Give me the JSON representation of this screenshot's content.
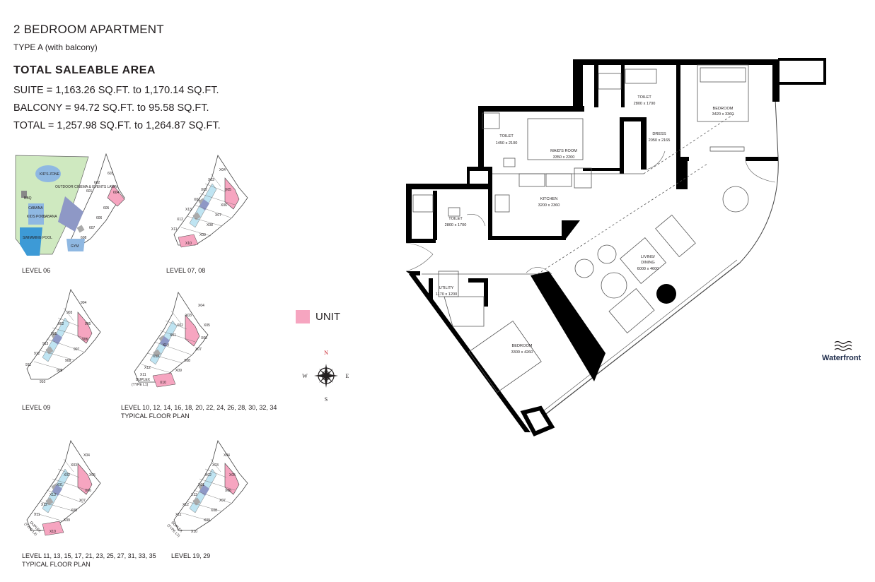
{
  "header": {
    "title": "2 BEDROOM APARTMENT",
    "subtitle": "TYPE A (with balcony)",
    "area_heading": "TOTAL SALEABLE AREA",
    "suite": "SUITE = 1,163.26 SQ.FT. to 1,170.14 SQ.FT.",
    "balcony": "BALCONY = 94.72 SQ.FT. to 95.58 SQ.FT.",
    "total": "TOTAL = 1,257.98 SQ.FT. to 1,264.87 SQ.FT."
  },
  "legend": {
    "unit_label": "UNIT",
    "unit_color": "#f6a5c0"
  },
  "compass": {
    "n": "N",
    "s": "S",
    "e": "E",
    "w": "W"
  },
  "waterfront": "Waterfront",
  "colors": {
    "wall": "#000000",
    "highlight": "#f6a5c0",
    "amenity_green": "#cfe9c0",
    "amenity_blue": "#8fb8e2",
    "pool": "#3d9ad6",
    "corridor": "#bfe4f2",
    "core": "#8e98c6"
  },
  "key_plans": {
    "level06": {
      "label": "LEVEL 06",
      "units": [
        "601",
        "602",
        "603",
        "604",
        "605",
        "606",
        "607",
        "608"
      ],
      "highlight": "604",
      "amenities": [
        "KID'S ZONE",
        "OUTDOOR CINEMA & EVENTS LAWN",
        "BBQ",
        "CABANA",
        "KIDS POOL",
        "CABANA",
        "SWIMMING POOL",
        "GYM"
      ]
    },
    "level0708": {
      "label": "LEVEL 07, 08",
      "units": [
        "X04",
        "X03",
        "X05",
        "X02",
        "X01",
        "X06",
        "X13",
        "X07",
        "X12",
        "X08",
        "X11",
        "X09",
        "X10"
      ],
      "highlight": "X10"
    },
    "level09": {
      "label": "LEVEL 09",
      "units": [
        "904",
        "903",
        "905",
        "902",
        "901",
        "906",
        "913",
        "907",
        "912",
        "908",
        "911",
        "909",
        "910"
      ],
      "highlight": "905"
    },
    "level10": {
      "label": "LEVEL 10, 12, 14, 16, 18, 20, 22, 24,  26, 28, 30, 32, 34",
      "sublabel": "TYPICAL FLOOR PLAN",
      "units": [
        "X04",
        "X03",
        "X05",
        "X02",
        "X01",
        "X06",
        "X14",
        "X07",
        "X13",
        "X08",
        "X12",
        "X09"
      ],
      "duplex_unit": "X11",
      "duplex_line1": "DUPLEX",
      "duplex_line2": "(TYPE L1)",
      "highlight": "X10"
    },
    "level11": {
      "label": "LEVEL 11, 13, 15, 17, 21, 23, 25, 27, 31, 33, 35",
      "sublabel": "TYPICAL FLOOR PLAN",
      "units": [
        "X04",
        "X03",
        "X05",
        "X02",
        "X01",
        "X06",
        "X13",
        "X07",
        "X12",
        "X08",
        "X11",
        "X09"
      ],
      "duplex_line1": "DUPLEX",
      "duplex_line2": "(TYPE L2)",
      "highlight": "X10"
    },
    "level1929": {
      "label": "LEVEL 19, 29",
      "units": [
        "X04",
        "X03",
        "X05",
        "X02",
        "X01",
        "X06",
        "X13",
        "X07",
        "X12",
        "X08",
        "X11",
        "X09",
        "X10"
      ],
      "duplex_line1": "DUPLEX",
      "duplex_line2": "(TYPE L2)"
    }
  },
  "rooms": {
    "toilet_top": {
      "name": "TOILET",
      "dim": "2800 x 1700"
    },
    "bedroom_top": {
      "name": "BEDROOM",
      "dim": "3420 x 3360"
    },
    "dress": {
      "name": "DRESS",
      "dim": "2050 x 2165"
    },
    "toilet_mid": {
      "name": "TOILET",
      "dim": "1450 x 2100"
    },
    "maids_room": {
      "name": "MAID'S ROOM",
      "dim": "3350 x 2200"
    },
    "kitchen": {
      "name": "KITCHEN",
      "dim": "3200 x 2360"
    },
    "toilet_left": {
      "name": "TOILET",
      "dim": "2800 x 1700"
    },
    "living": {
      "name1": "LIVING/",
      "name2": "DINING",
      "dim": "6000 x 4600"
    },
    "utility": {
      "name": "UTILITY",
      "dim": "1170 x 1200"
    },
    "bedroom_bottom": {
      "name": "BEDROOM",
      "dim": "3300 x 4260"
    }
  }
}
